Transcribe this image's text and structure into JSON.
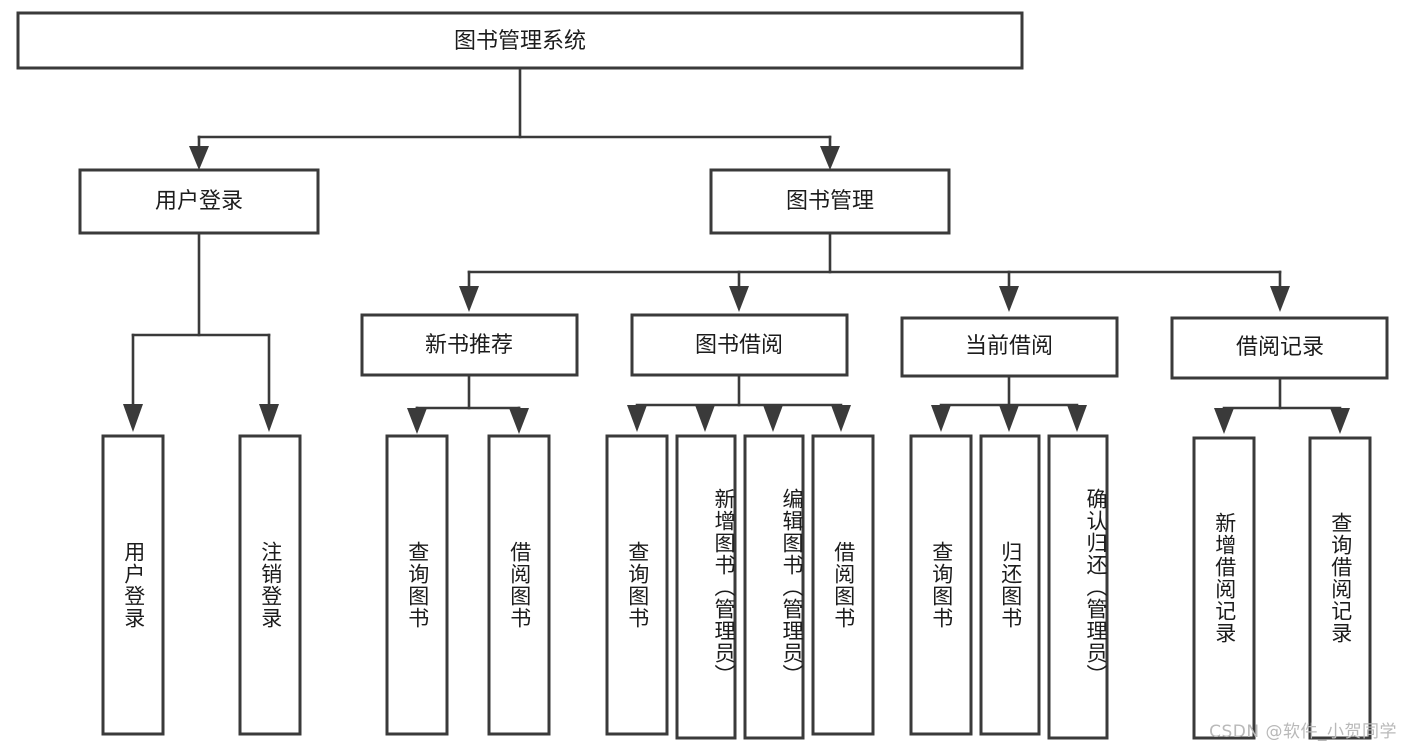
{
  "diagram": {
    "title": "图书管理系统",
    "type": "hierarchy-tree",
    "root": {
      "label": "图书管理系统"
    },
    "level2": [
      {
        "label": "用户登录"
      },
      {
        "label": "图书管理"
      }
    ],
    "level3": [
      {
        "label": "新书推荐"
      },
      {
        "label": "图书借阅"
      },
      {
        "label": "当前借阅"
      },
      {
        "label": "借阅记录"
      }
    ],
    "leaves": {
      "user_login": [
        {
          "label": "用户登录"
        },
        {
          "label": "注销登录"
        }
      ],
      "new_book_recommend": [
        {
          "label": "查询图书"
        },
        {
          "label": "借阅图书"
        }
      ],
      "book_borrow": [
        {
          "label": "查询图书"
        },
        {
          "label": "新增图书（管理员）"
        },
        {
          "label": "编辑图书（管理员）"
        },
        {
          "label": "借阅图书"
        }
      ],
      "current_borrow": [
        {
          "label": "查询图书"
        },
        {
          "label": "归还图书"
        },
        {
          "label": "确认归还（管理员）"
        }
      ],
      "borrow_record": [
        {
          "label": "新增借阅记录"
        },
        {
          "label": "查询借阅记录"
        }
      ]
    }
  },
  "watermark": {
    "text": "CSDN @软件_小贺同学"
  },
  "colors": {
    "box_stroke": "#3a3a3a",
    "box_fill": "#ffffff",
    "text": "#1c1c1c",
    "watermark": "#b9b9b9",
    "background": "#ffffff"
  }
}
